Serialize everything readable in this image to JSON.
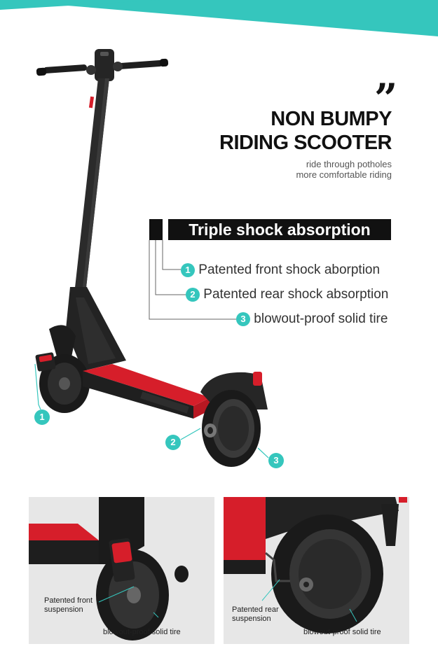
{
  "colors": {
    "teal": "#35c6bd",
    "red": "#d61e2a",
    "dark": "#2a2a2a"
  },
  "headline": {
    "line1": "NON BUMPY",
    "line2": "RIDING SCOOTER"
  },
  "subtitle": {
    "line1": "ride through potholes",
    "line2": "more comfortable riding"
  },
  "banner": "Triple shock absorption",
  "features": [
    {
      "num": "1",
      "label": "Patented front shock aborption"
    },
    {
      "num": "2",
      "label": "Patented rear shock absorption"
    },
    {
      "num": "3",
      "label": "blowout-proof solid tire"
    }
  ],
  "callouts": [
    "1",
    "2",
    "3"
  ],
  "panel_left": {
    "suspension_line1": "Patented front",
    "suspension_line2": "suspension",
    "tire": "blowout-proof solid tire"
  },
  "panel_right": {
    "suspension_line1": "Patented rear",
    "suspension_line2": "suspension",
    "tire": "blowout-proof solid tire"
  }
}
